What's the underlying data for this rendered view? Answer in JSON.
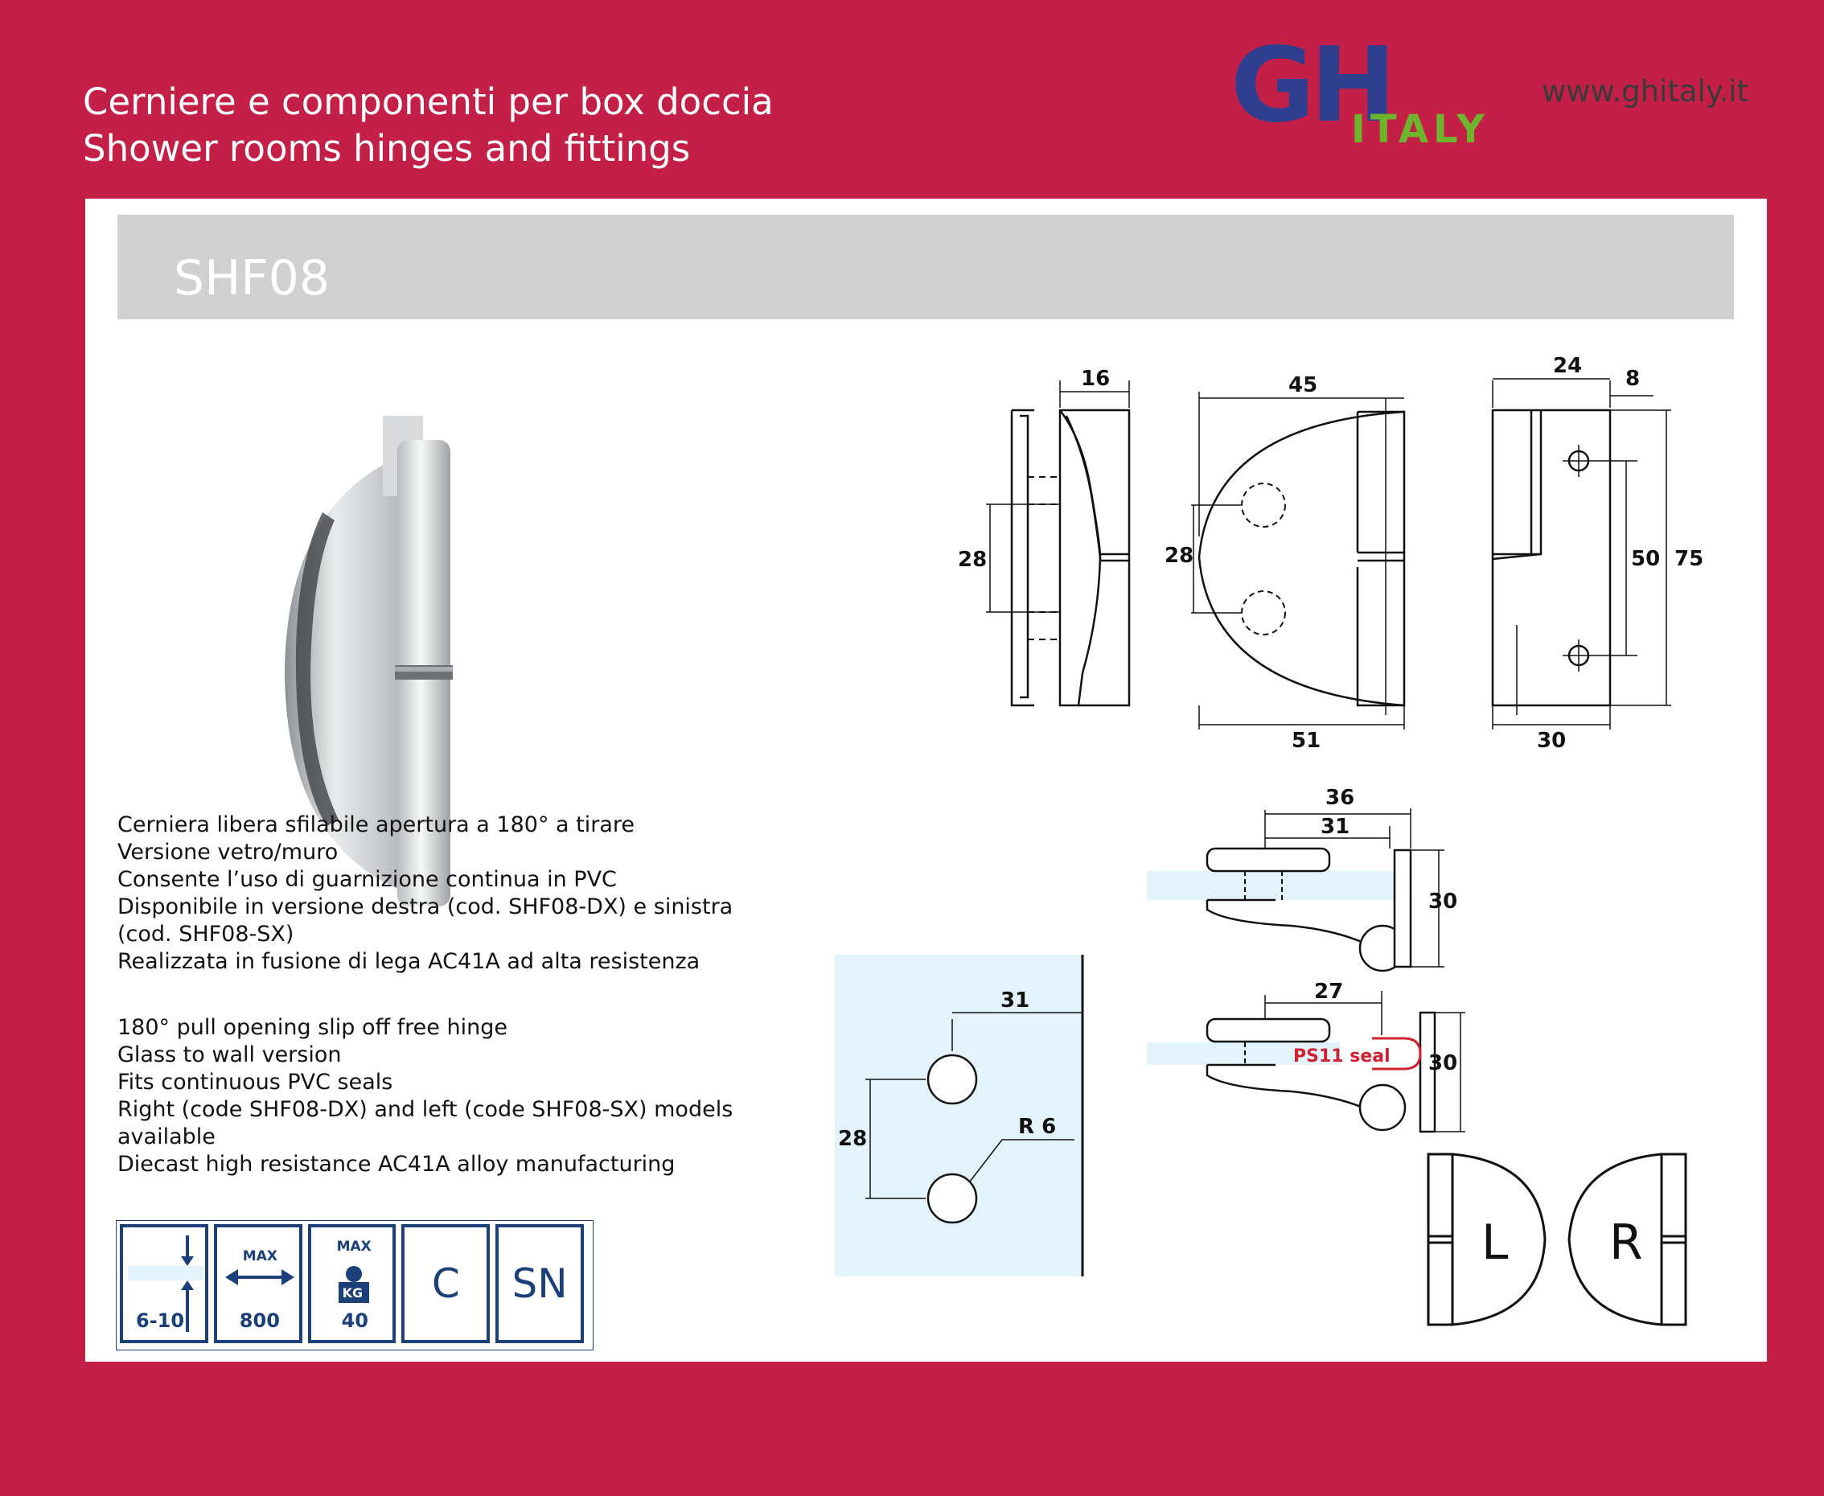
{
  "header": {
    "line1": "Cerniere e componenti per box doccia",
    "line2": "Shower rooms hinges and fittings",
    "logo_main": "GH",
    "logo_sub": "ITALY",
    "url": "www.ghitaly.it"
  },
  "product": {
    "code": "SHF08"
  },
  "description_it": [
    "Cerniera libera sfilabile apertura a 180° a tirare",
    "Versione vetro/muro",
    "Consente l’uso di guarnizione continua in PVC",
    "Disponibile in versione destra (cod. SHF08-DX) e sinistra",
    "(cod. SHF08-SX)",
    "Realizzata in fusione di lega AC41A ad alta resistenza"
  ],
  "description_en": [
    "180° pull opening slip off free hinge",
    "Glass to wall version",
    "Fits continuous PVC seals",
    "Right (code SHF08-DX) and left (code SHF08-SX) models",
    "available",
    "Diecast high resistance AC41A  alloy manufacturing"
  ],
  "icons": {
    "glass_thickness": "6-10",
    "max_label": "MAX",
    "max_width": "800",
    "max_weight_label": "MAX",
    "kg_label": "KG",
    "max_weight": "40",
    "finish_c": "C",
    "finish_sn": "SN"
  },
  "drawings": {
    "side_top": "16",
    "side_hole": "28",
    "front_width": "45",
    "front_hole": "28",
    "front_bottom": "51",
    "back_top1": "24",
    "back_top2": "8",
    "back_mid": "50",
    "back_total": "75",
    "back_bottom": "30",
    "plan1_outer": "36",
    "plan1_inner": "31",
    "plan1_height": "30",
    "plan2_width": "27",
    "plan2_height": "30",
    "seal_label": "PS11 seal",
    "wall_offset": "31",
    "wall_spacing": "28",
    "wall_radius": "R 6",
    "left_label": "L",
    "right_label": "R"
  },
  "colors": {
    "background": "#c41f47",
    "logo_blue": "#2e3f8f",
    "logo_green": "#6db52c",
    "icon_blue": "#1b3f78",
    "seal_red": "#d2202f",
    "glass_blue": "#e3f3fb"
  }
}
